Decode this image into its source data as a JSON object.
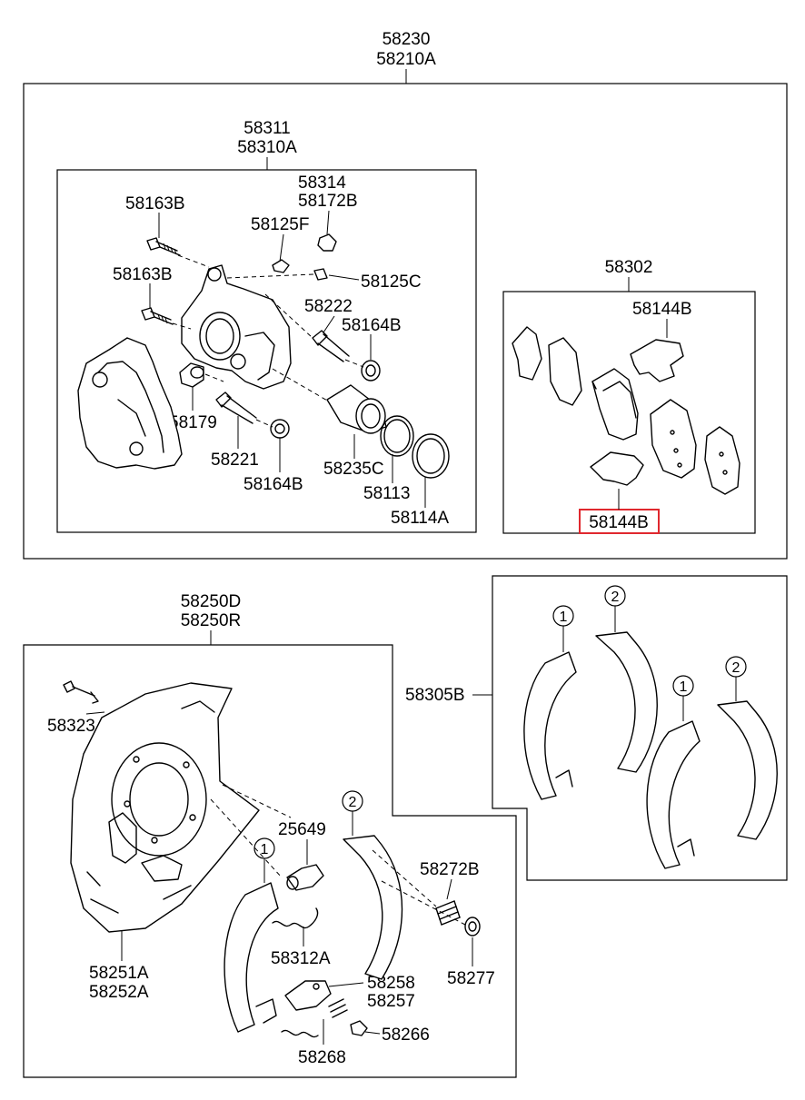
{
  "assembly": {
    "label_1": "58230",
    "label_2": "58210A"
  },
  "caliper": {
    "label_1": "58311",
    "label_2": "58310A",
    "parts": {
      "bolt_upper": "58163B",
      "bolt_lower": "58163B",
      "bleeder_cap_1": "58314",
      "bleeder_cap_2": "58172B",
      "bleeder_screw": "58125F",
      "bleeder_cap_c": "58125C",
      "guide_pin_upper": "58222",
      "boot_upper": "58164B",
      "bushing": "58179",
      "guide_pin_lower": "58221",
      "boot_lower": "58164B",
      "piston": "58235C",
      "piston_seal": "58113",
      "piston_boot": "58114A"
    }
  },
  "pad_kit": {
    "label": "58302",
    "shim_upper": "58144B",
    "shim_lower_highlighted": "58144B"
  },
  "backing_plate": {
    "label_1": "58250D",
    "label_2": "58250R",
    "parts": {
      "screw": "58323",
      "plate_1": "58251A",
      "plate_2": "58252A",
      "adjuster": "25649",
      "spring_upper": "58312A",
      "spring_adjust": "58272B",
      "cup": "58277",
      "lever_1": "58258",
      "lever_2": "58257",
      "clip": "58266",
      "spring_lower": "58268"
    }
  },
  "shoe_kit": {
    "label": "58305B",
    "callout_1": "1",
    "callout_2": "2"
  },
  "highlight_color": "#e0282e"
}
